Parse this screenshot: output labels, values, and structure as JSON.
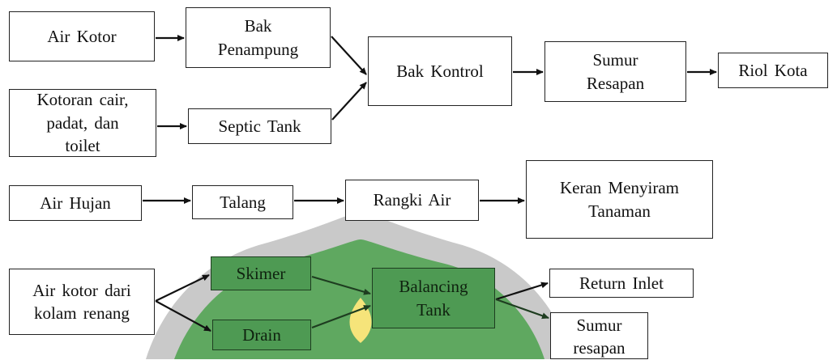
{
  "colors": {
    "watermark_green": "#5fa860",
    "watermark_gray": "#c9c9c9",
    "watermark_gold": "#f6e47a"
  },
  "nodes": {
    "air_kotor": "Air Kotor",
    "bak_penampung": "Bak\nPenampung",
    "kotoran": "Kotoran cair,\npadat, dan\ntoilet",
    "septic_tank": "Septic Tank",
    "bak_kontrol": "Bak Kontrol",
    "sumur_resapan": "Sumur\nResapan",
    "riol_kota": "Riol Kota",
    "air_hujan": "Air Hujan",
    "talang": "Talang",
    "rangki_air": "Rangki Air",
    "keran": "Keran Menyiram\nTanaman",
    "air_kolam": "Air kotor dari\nkolam renang",
    "skimer": "Skimer",
    "drain": "Drain",
    "balancing_tank": "Balancing\nTank",
    "return_inlet": "Return Inlet",
    "sumur_resapan2": "Sumur\nresapan"
  }
}
